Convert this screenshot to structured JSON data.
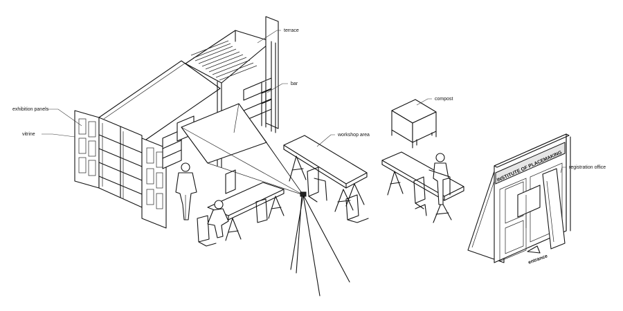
{
  "labels": {
    "terrace": "terrace",
    "bar": "bar",
    "exhibition_panels": "exhibition panels",
    "vitrine": "vitrine",
    "compost": "compost",
    "workshop_area": "workshop area",
    "registration_office": "registration office",
    "entrance": "entrance"
  },
  "sign": {
    "text": "INSTITUTE OF PLACEMAKING"
  }
}
